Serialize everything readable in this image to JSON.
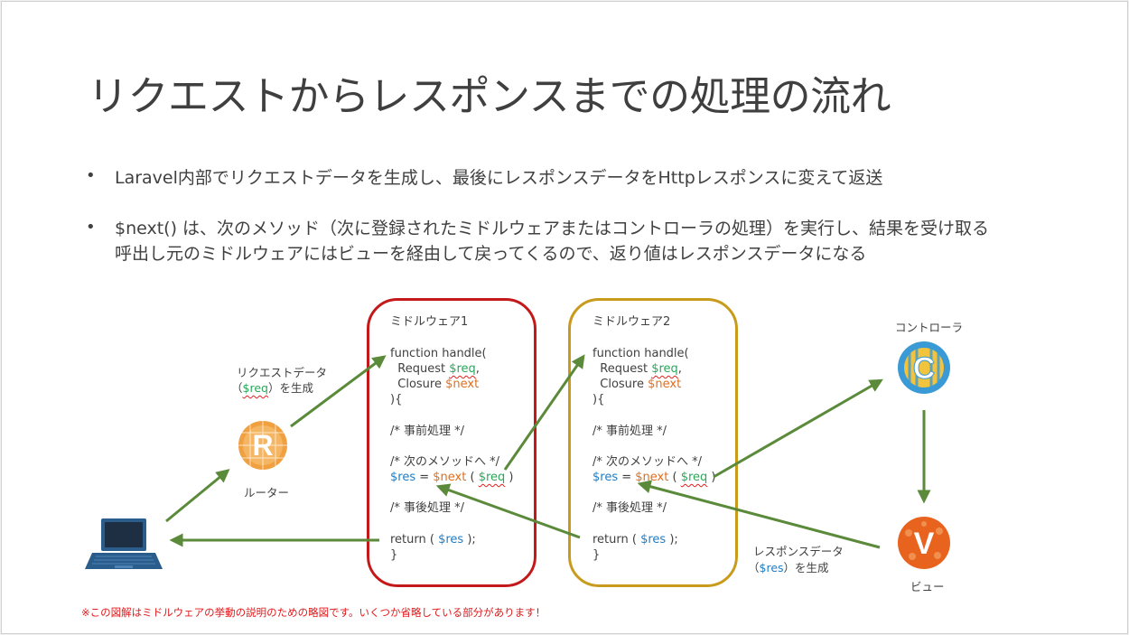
{
  "title": "リクエストからレスポンスまでの処理の流れ",
  "bullets": [
    {
      "marker": "•",
      "lines": [
        "Laravel内部でリクエストデータを生成し、最後にレスポンスデータをHttpレスポンスに変えて返送"
      ]
    },
    {
      "marker": "•",
      "lines": [
        "$next() は、次のメソッド（次に登録されたミドルウェアまたはコントローラの処理）を実行し、結果を受け取る",
        "呼出し元のミドルウェアにはビューを経由して戻ってくるので、返り値はレスポンスデータになる"
      ]
    }
  ],
  "request_label": {
    "line1": "リクエストデータ",
    "open": "（",
    "var": "$req",
    "close": "）を生成"
  },
  "router": {
    "letter": "R",
    "label": "ルーター"
  },
  "controller": {
    "letter": "C",
    "label": "コントローラ"
  },
  "view": {
    "letter": "V",
    "label": "ビュー"
  },
  "response_label": {
    "line1": "レスポンスデータ",
    "open": "（",
    "var": "$res",
    "close": "）を生成"
  },
  "middlewares": [
    {
      "name": "ミドルウェア1",
      "color": "#c4191b",
      "code": {
        "l1": "function handle(",
        "l2_a": "  Request ",
        "l2_v": "$req",
        "l2_b": ",",
        "l3_a": "  Closure ",
        "l3_v": "$next",
        "l4": "){",
        "l5": "/* 事前処理 */",
        "l6": "/* 次のメソッドへ */",
        "l7_v1": "$res",
        "l7_eq": " = ",
        "l7_v2": "$next",
        "l7_p1": " ( ",
        "l7_v3": "$req",
        "l7_p2": " )",
        "l8": "/* 事後処理 */",
        "l9_a": "return ( ",
        "l9_v": "$res",
        "l9_b": " );",
        "l10": "}"
      }
    },
    {
      "name": "ミドルウェア2",
      "color": "#c89b1c",
      "code": {
        "l1": "function handle(",
        "l2_a": "  Request ",
        "l2_v": "$req",
        "l2_b": ",",
        "l3_a": "  Closure ",
        "l3_v": "$next",
        "l4": "){",
        "l5": "/* 事前処理 */",
        "l6": "/* 次のメソッドへ */",
        "l7_v1": "$res",
        "l7_eq": " = ",
        "l7_v2": "$next",
        "l7_p1": " ( ",
        "l7_v3": "$req",
        "l7_p2": " )",
        "l8": "/* 事後処理 */",
        "l9_a": "return ( ",
        "l9_v": "$res",
        "l9_b": " );",
        "l10": "}"
      }
    }
  ],
  "footnote": "※この図解はミドルウェアの挙動の説明のための略図です。いくつか省略している部分があります！",
  "colors": {
    "arrow": "#5a8a3a",
    "router": "#f0a040",
    "controller_ring": "#3a9ad6",
    "controller_fill": "#f2c33c",
    "view": "#e8641e",
    "laptop": "#2a5d8c"
  },
  "icons": [
    "laptop-icon",
    "router-badge-icon",
    "controller-badge-icon",
    "view-badge-icon"
  ]
}
